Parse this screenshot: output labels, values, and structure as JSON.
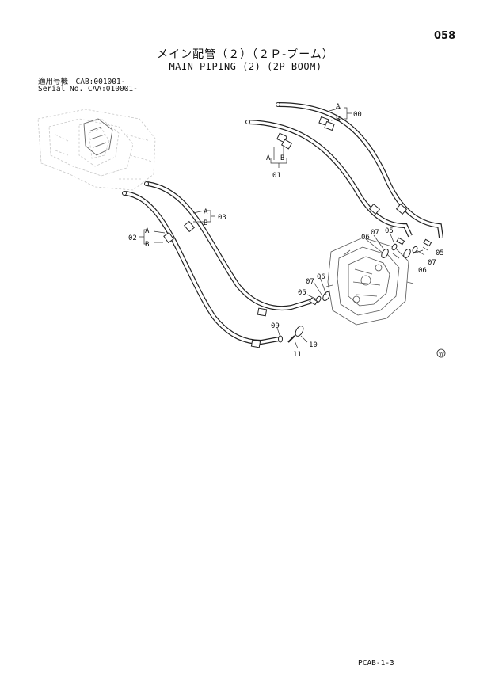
{
  "page": {
    "number": "058",
    "title_jp": "メイン配管（２）（２Ｐ-ブーム）",
    "title_en": "MAIN PIPING (2) (2P-BOOM)",
    "serial_line_1": "適用号機　CAB:001001-",
    "serial_line_2": "Serial No. CAA:010001-",
    "footer_code": "PCAB-1-3",
    "corner_mark": "W"
  },
  "callouts": {
    "c00": "00",
    "c01": "01",
    "c02": "02",
    "c03": "03",
    "c05a": "05",
    "c05b": "05",
    "c05c": "05",
    "c06a": "06",
    "c06b": "06",
    "c06c": "06",
    "c07a": "07",
    "c07b": "07",
    "c09": "09",
    "c10": "10",
    "c11": "11",
    "a00": "A",
    "b00": "B",
    "a01": "A",
    "b01": "B",
    "a02": "A",
    "b02": "B",
    "a03": "A",
    "b03": "B"
  }
}
